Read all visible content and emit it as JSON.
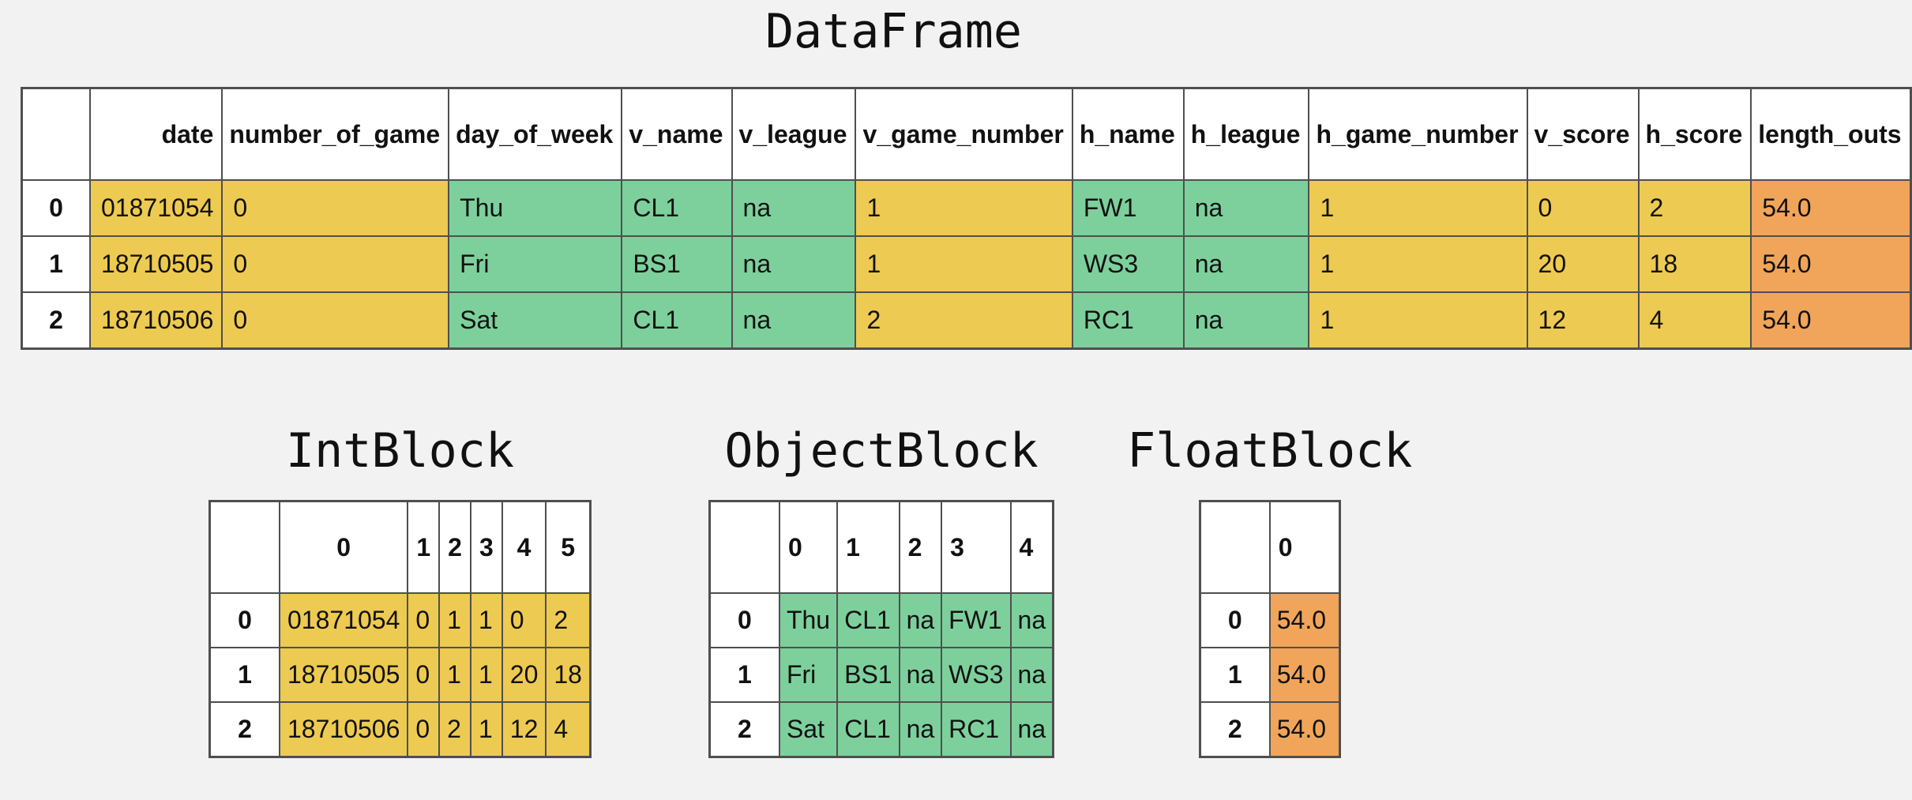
{
  "page": {
    "background_color": "#f2f2f2",
    "border_color": "#4f4f4f",
    "type_colors": {
      "int": "#edca51",
      "object": "#7dd09c",
      "float": "#f0a55a"
    }
  },
  "dataframe": {
    "title": "DataFrame",
    "columns": [
      "date",
      "number_of_game",
      "day_of_week",
      "v_name",
      "v_league",
      "v_game_number",
      "h_name",
      "h_league",
      "h_game_number",
      "v_score",
      "h_score",
      "length_outs"
    ],
    "column_types": [
      "int",
      "int",
      "object",
      "object",
      "object",
      "int",
      "object",
      "object",
      "int",
      "int",
      "int",
      "float"
    ],
    "index": [
      "0",
      "1",
      "2"
    ],
    "rows": [
      [
        "01871054",
        "0",
        "Thu",
        "CL1",
        "na",
        "1",
        "FW1",
        "na",
        "1",
        "0",
        "2",
        "54.0"
      ],
      [
        "18710505",
        "0",
        "Fri",
        "BS1",
        "na",
        "1",
        "WS3",
        "na",
        "1",
        "20",
        "18",
        "54.0"
      ],
      [
        "18710506",
        "0",
        "Sat",
        "CL1",
        "na",
        "2",
        "RC1",
        "na",
        "1",
        "12",
        "4",
        "54.0"
      ]
    ]
  },
  "blocks": [
    {
      "title": "IntBlock",
      "dtype": "int",
      "columns": [
        "0",
        "1",
        "2",
        "3",
        "4",
        "5"
      ],
      "index": [
        "0",
        "1",
        "2"
      ],
      "rows": [
        [
          "01871054",
          "0",
          "1",
          "1",
          "0",
          "2"
        ],
        [
          "18710505",
          "0",
          "1",
          "1",
          "20",
          "18"
        ],
        [
          "18710506",
          "0",
          "2",
          "1",
          "12",
          "4"
        ]
      ]
    },
    {
      "title": "ObjectBlock",
      "dtype": "object",
      "columns": [
        "0",
        "1",
        "2",
        "3",
        "4"
      ],
      "index": [
        "0",
        "1",
        "2"
      ],
      "rows": [
        [
          "Thu",
          "CL1",
          "na",
          "FW1",
          "na"
        ],
        [
          "Fri",
          "BS1",
          "na",
          "WS3",
          "na"
        ],
        [
          "Sat",
          "CL1",
          "na",
          "RC1",
          "na"
        ]
      ]
    },
    {
      "title": "FloatBlock",
      "dtype": "float",
      "columns": [
        "0"
      ],
      "index": [
        "0",
        "1",
        "2"
      ],
      "rows": [
        [
          "54.0"
        ],
        [
          "54.0"
        ],
        [
          "54.0"
        ]
      ]
    }
  ]
}
